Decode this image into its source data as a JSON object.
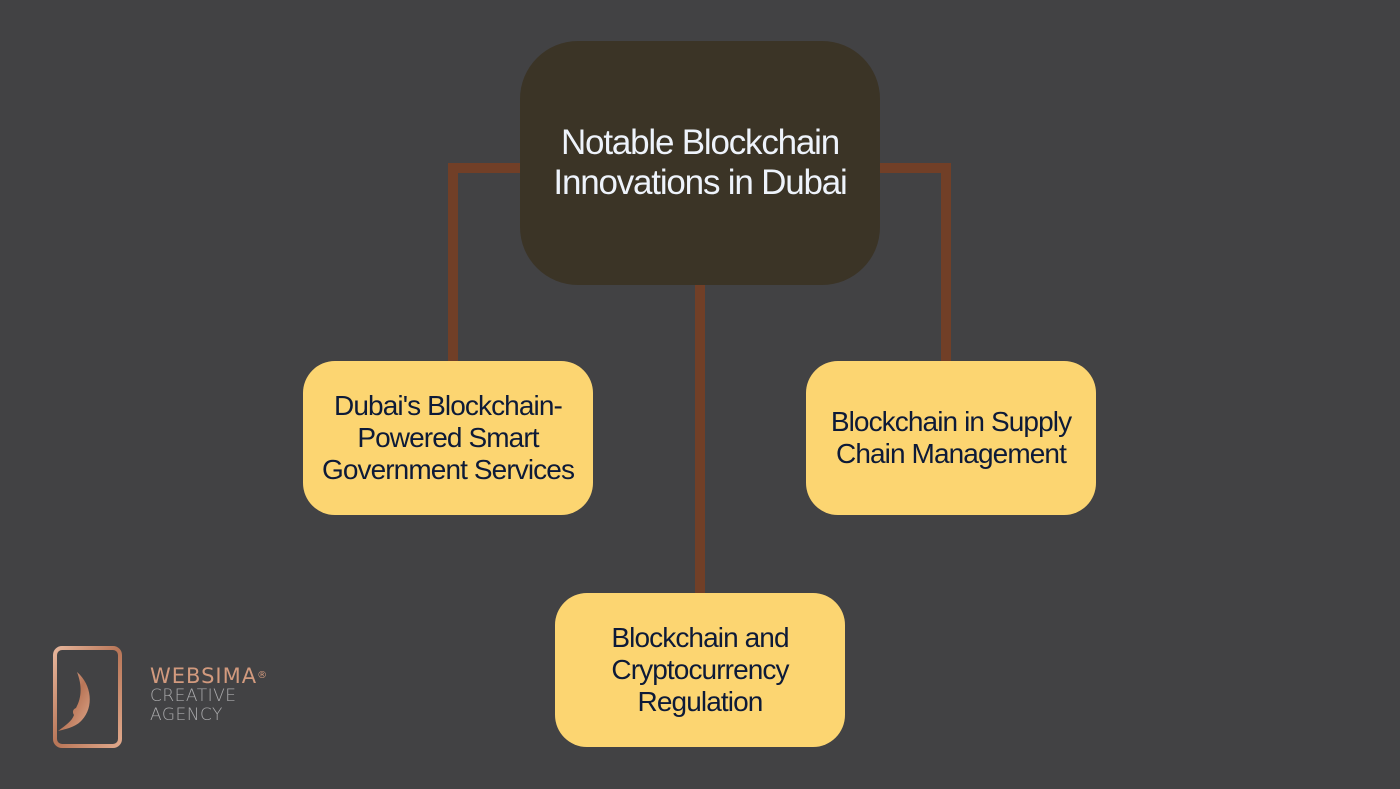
{
  "diagram": {
    "root": {
      "label": "Notable Blockchain Innovations in Dubai"
    },
    "children": [
      {
        "label": "Dubai's Blockchain-Powered Smart Government Services"
      },
      {
        "label": "Blockchain and Cryptocurrency Regulation"
      },
      {
        "label": "Blockchain in Supply Chain Management"
      }
    ],
    "colors": {
      "background": "#424244",
      "root_fill": "#3b3426",
      "root_text": "#eef3fb",
      "child_fill": "#fcd571",
      "child_text": "#0d1a38",
      "connector": "#713f27"
    }
  },
  "logo": {
    "icon": "websima-face-frame-icon",
    "brand": "WEBSIMA",
    "registered": "®",
    "line1": "CREATIVE",
    "line2": "AGENCY"
  }
}
